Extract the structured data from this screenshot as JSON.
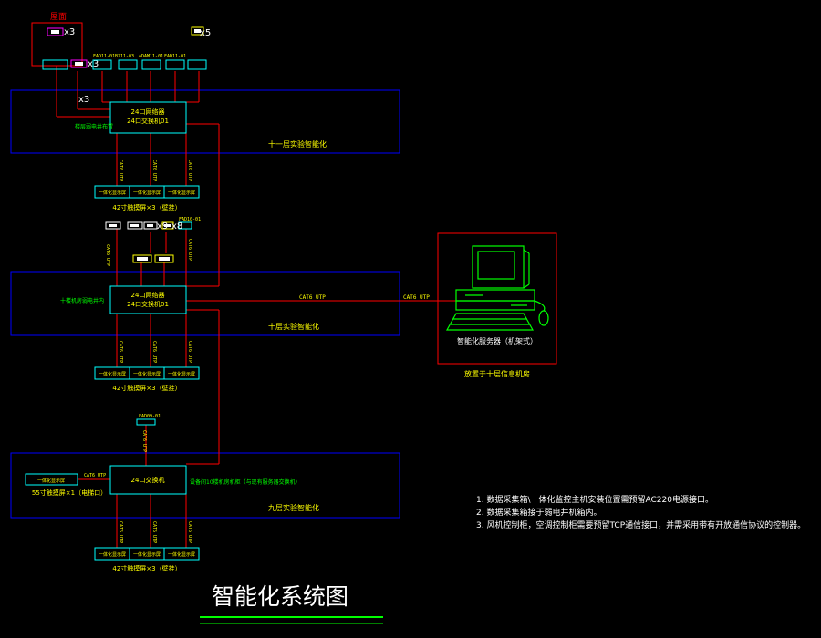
{
  "title": "智能化系统图",
  "floors": [
    {
      "label": "十一层实验智能化",
      "switch_line1": "24口网络器",
      "switch_line2": "24口交换机01",
      "side_label": "楼层弱电井布置"
    },
    {
      "label": "十层实验智能化",
      "switch_line1": "24口网络器",
      "switch_line2": "24口交换机01",
      "side_label": "十楼机房弱电井内"
    },
    {
      "label": "九层实验智能化",
      "switch_line1": "24口交换机",
      "switch_line2": "",
      "side_label": "设备间10楼机房机柜（与现有服务器交换机）"
    }
  ],
  "roof_label": "屋面",
  "multipliers": {
    "roof_a": "x3",
    "roof_b": "x3",
    "roof_c": "x3",
    "roof_right": "x5",
    "f10_a": "x9",
    "f10_b": "x8"
  },
  "f11_dev_labels": [
    "FAD11-01",
    "BZ11-03",
    "ADAM11-01",
    "FAD11-01"
  ],
  "f10_dev_labels": [
    "FAD10-01"
  ],
  "f9_dev_labels": [
    "FAD09-01"
  ],
  "cable": "CAT6 UTP",
  "screen_cells": [
    "一体化显示屏",
    "一体化显示屏",
    "一体化显示屏"
  ],
  "screen_caption_f11": "42寸触摸屏×3（壁挂）",
  "screen_caption_f10": "42寸触摸屏×3（壁挂）",
  "screen_caption_f9": "42寸触摸屏×3（壁挂）",
  "f9_big_cell": "一体化显示屏",
  "f9_big_caption": "55寸触摸屏×1（电梯口）",
  "server_caption": "智能化服务器（机架式）",
  "server_location": "放置于十层信息机房",
  "notes": [
    "1. 数据采集箱\\一体化监控主机安装位置需预留AC220电源接口。",
    "2. 数据采集箱接于弱电井机箱内。",
    "3. 风机控制柜，空调控制柜需要预留TCP通信接口，并需采用带有开放通信协议的控制器。"
  ],
  "colors": {
    "background": "#000000",
    "floor_box": "#0000ff",
    "device": "#00ffff",
    "cable": "#ff0000",
    "text": "#ffff00",
    "label": "#00ff00",
    "server": "#00ff00"
  }
}
